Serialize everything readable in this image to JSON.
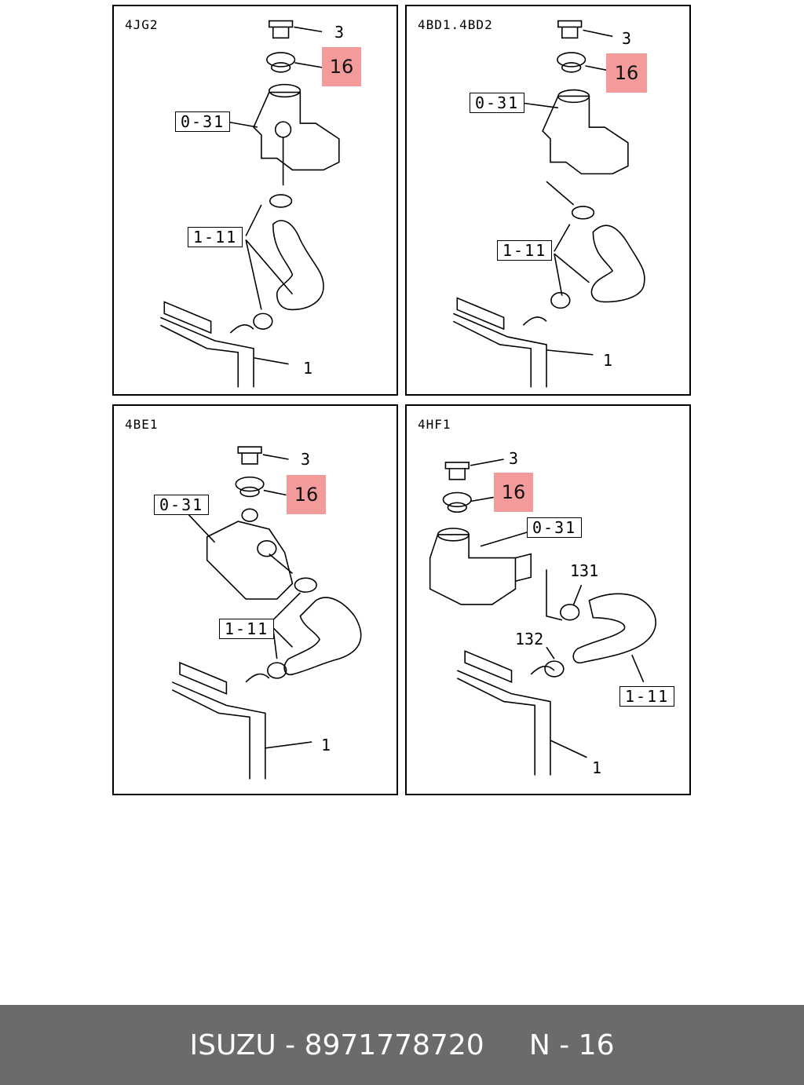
{
  "panels": [
    {
      "engine": "4JG2",
      "labels": {
        "cap": "3",
        "gasket": "16",
        "housing": "0-31",
        "hose": "1-11",
        "radiator": "1"
      }
    },
    {
      "engine": "4BD1.4BD2",
      "labels": {
        "cap": "3",
        "gasket": "16",
        "housing": "0-31",
        "hose": "1-11",
        "radiator": "1"
      }
    },
    {
      "engine": "4BE1",
      "labels": {
        "cap": "3",
        "gasket": "16",
        "housing": "0-31",
        "hose": "1-11",
        "radiator": "1"
      }
    },
    {
      "engine": "4HF1",
      "labels": {
        "cap": "3",
        "gasket": "16",
        "housing": "0-31",
        "hose": "1-11",
        "radiator": "1",
        "clamp_a": "131",
        "clamp_b": "132"
      }
    }
  ],
  "highlight_color": "#f39b9b",
  "footer": {
    "brand": "ISUZU",
    "part_number": "8971778720",
    "page": "N - 16"
  }
}
